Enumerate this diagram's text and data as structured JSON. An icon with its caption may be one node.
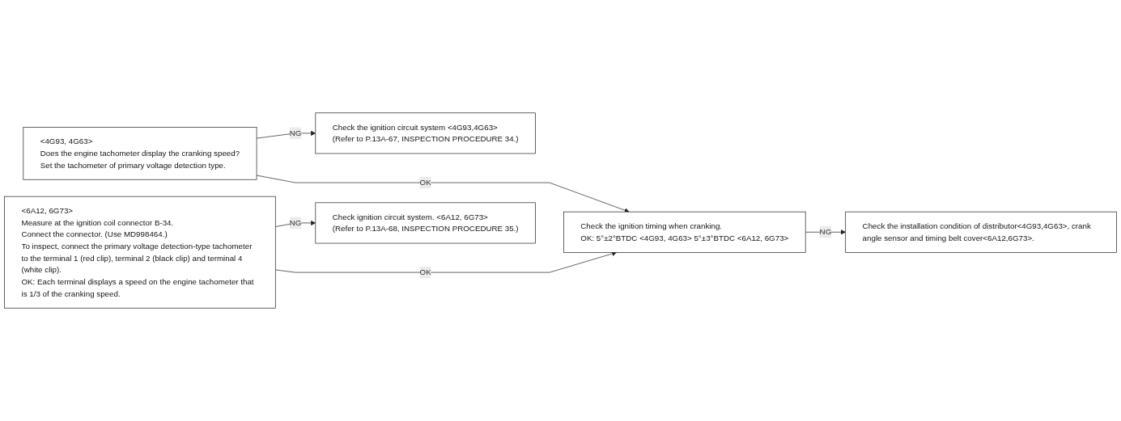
{
  "diagram": {
    "nodes": [
      {
        "text": [
          "<4G93, 4G63>",
          "Does the engine tachometer display the cranking speed?",
          "Set the tachometer of primary voltage detection type."
        ]
      },
      {
        "text": [
          "Check the ignition circuit system <4G93,4G63>",
          "(Refer to P.13A-67, INSPECTION PROCEDURE 34.)"
        ]
      },
      {
        "text": [
          "<6A12, 6G73>",
          "Measure at the ignition coil connector B-34.",
          "Connect the connector. (Use MD998464.)",
          "To inspect, connect the primary voltage detection-type tachometer to the terminal 1 (red clip), terminal 2 (black clip) and terminal 4 (white clip).",
          "OK: Each terminal displays a speed on the engine tachometer that is 1/3 of the cranking speed."
        ]
      },
      {
        "text": [
          "Check ignition circuit system. <6A12, 6G73>",
          "(Refer to P.13A-68, INSPECTION PROCEDURE 35.)"
        ]
      },
      {
        "text": [
          "Check the ignition timing when cranking.",
          "OK: 5°±2°BTDC <4G93, 4G63> 5°±3°BTDC <6A12, 6G73>"
        ]
      },
      {
        "text": [
          "Check the installation condition of distributor<4G93,4G63>, crank angle sensor and timing belt cover<6A12,6G73>."
        ]
      }
    ],
    "edges": [
      {
        "from": 0,
        "to": 1,
        "arrow": "to",
        "label": "NG"
      },
      {
        "from": 0,
        "to": 4,
        "arrow": "to",
        "label": "OK"
      },
      {
        "from": 2,
        "to": 3,
        "arrow": "to",
        "label": "NG"
      },
      {
        "from": 2,
        "to": 4,
        "arrow": "to",
        "label": "OK"
      },
      {
        "from": 4,
        "to": 5,
        "arrow": "to",
        "label": "NG"
      }
    ]
  }
}
